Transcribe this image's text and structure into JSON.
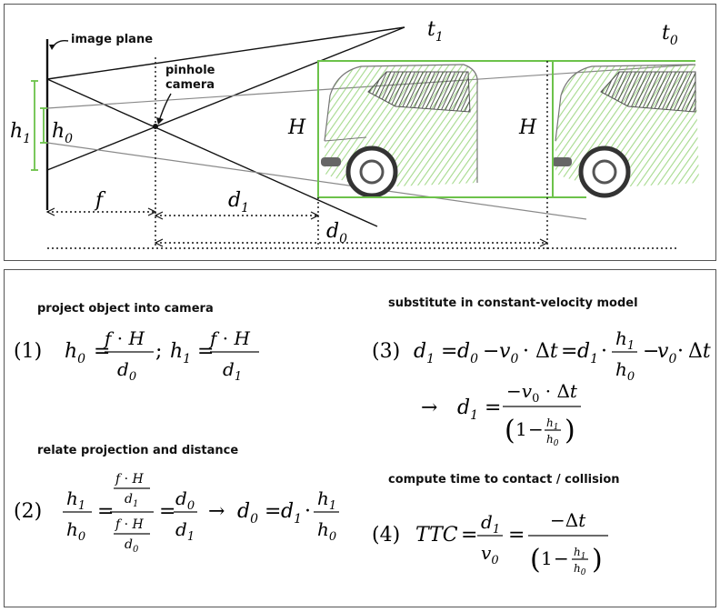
{
  "diagram": {
    "image_plane_label": "image plane",
    "pinhole_label_1": "pinhole",
    "pinhole_label_2": "camera",
    "t1_var": "t",
    "t1_sub": "1",
    "t0_var": "t",
    "t0_sub": "0",
    "h1_var": "h",
    "h1_sub": "1",
    "h0_var": "h",
    "h0_sub": "0",
    "H1": "H",
    "H2": "H",
    "f": "f",
    "d1_var": "d",
    "d1_sub": "1",
    "d0_var": "d",
    "d0_sub": "0",
    "colors": {
      "accent_green": "#6cc24a",
      "line_dark": "#111111",
      "ray_gray": "#8a8a8a"
    },
    "icons": [
      "car-sketch-near",
      "car-sketch-far"
    ]
  },
  "steps": {
    "s1": {
      "heading": "project object into camera",
      "number": "(1)"
    },
    "s2": {
      "heading": "relate projection and distance",
      "number": "(2)"
    },
    "s3": {
      "heading": "substitute in constant-velocity model",
      "number": "(3)"
    },
    "s4": {
      "heading": "compute time to contact / collision",
      "number": "(4)"
    }
  },
  "math": {
    "h": "h",
    "d": "d",
    "f": "f",
    "H": "H",
    "v": "v",
    "t": "t",
    "s0": "0",
    "s1": "1",
    "one": "1",
    "eq": "=",
    "minus": "−",
    "dot": "·",
    "semi": ";",
    "delta": "Δ",
    "arrow": "→",
    "ttc": "TTC",
    "neg": "−"
  }
}
